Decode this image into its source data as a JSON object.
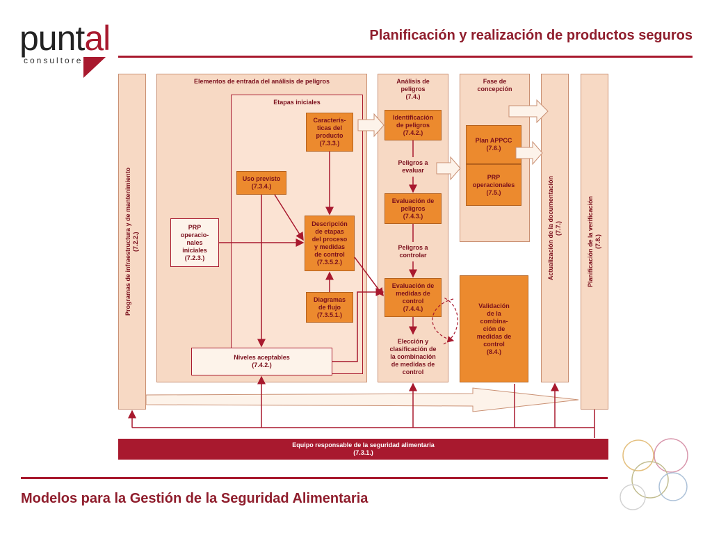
{
  "header": {
    "logo_main": "punt",
    "logo_accent": "al",
    "logo_sub": "consultores",
    "title": "Planificación y realización de productos seguros"
  },
  "footer": {
    "title": "Modelos para la Gestión de la Seguridad Alimentaria"
  },
  "diagram": {
    "left_bar": "Programas de infraestructura y de mantenimiento\n(7.2.2.)",
    "input_panel_title": "Elementos de entrada del análisis de peligros",
    "etapas_title": "Etapas iniciales",
    "caracteristicas": "Caracterís-\nticas del\nproducto\n(7.3.3.)",
    "uso_previsto": "Uso previsto\n(7.3.4.)",
    "prp_iniciales": "PRP\noperacio-\nnales\niniciales\n(7.2.3.)",
    "descripcion": "Descripción\nde etapas\ndel proceso\ny medidas\nde control\n(7.3.5.2.)",
    "diagramas": "Diagramas\nde flujo\n(7.3.5.1.)",
    "niveles": "Niveles aceptables\n(7.4.2.)",
    "analisis_title": "Análisis de\npeligros\n(7.4.)",
    "identificacion": "Identificación\nde peligros\n(7.4.2.)",
    "peligros_evaluar": "Peligros a\nevaluar",
    "evaluacion_peligros": "Evaluación de\npeligros\n(7.4.3.)",
    "peligros_controlar": "Peligros a\ncontrolar",
    "evaluacion_medidas": "Evaluación de\nmedidas de\ncontrol\n(7.4.4.)",
    "eleccion": "Elección y\nclasificación de\nla combinación\nde medidas de\ncontrol",
    "fase_title": "Fase de\nconcepción",
    "plan_appcc": "Plan APPCC\n(7.6.)",
    "prp_operacionales": "PRP\noperacionales\n(7.5.)",
    "validacion": "Validación\nde la\ncombina-\nción de\nmedidas de\ncontrol\n(8.4.)",
    "actualizacion": "Actualización de la documentación\n(7.7.)",
    "planificacion_verif": "Planificación de la verificación\n(7.8.)",
    "equipo": "Equipo responsable de la seguridad alimentaria\n(7.3.1.)"
  },
  "colors": {
    "accent": "#a8192e",
    "panel": "#f7d9c4",
    "node": "#ec8a2e",
    "text": "#7a0f1c"
  }
}
